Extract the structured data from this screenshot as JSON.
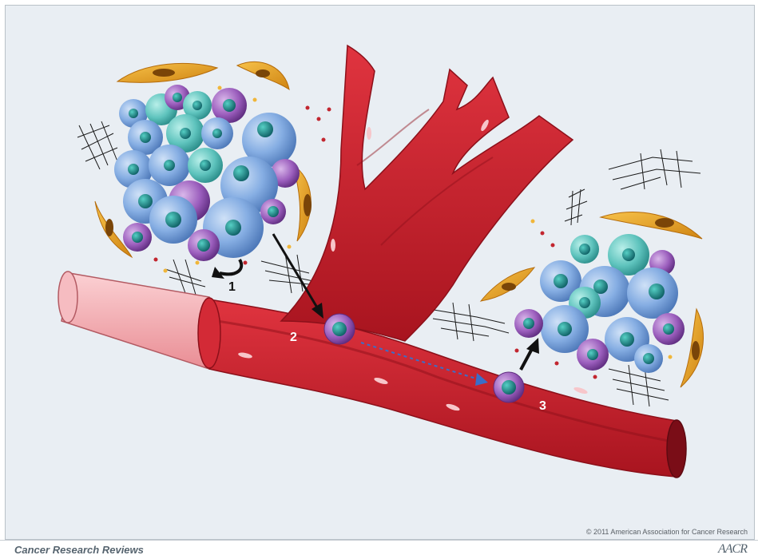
{
  "labels": {
    "step1": "1",
    "step2": "2",
    "step3": "3"
  },
  "copyright": "© 2011 American Association for Cancer Research",
  "footer": {
    "journal": "Cancer Research Reviews",
    "logo_text": "AACR"
  },
  "colors": {
    "background": "#e9eef3",
    "vessel": "#c71f2e",
    "vessel_dark": "#9c1422",
    "vessel_light": "#f3a9ae",
    "tumor_cell": "#7fa7dd",
    "nucleus": "#1c8a8a",
    "invasive_cell": "#8a4fa8",
    "fibroblast": "#e4a52a",
    "arrow": "#111111",
    "dotted_arrow": "#3a6ec9"
  }
}
